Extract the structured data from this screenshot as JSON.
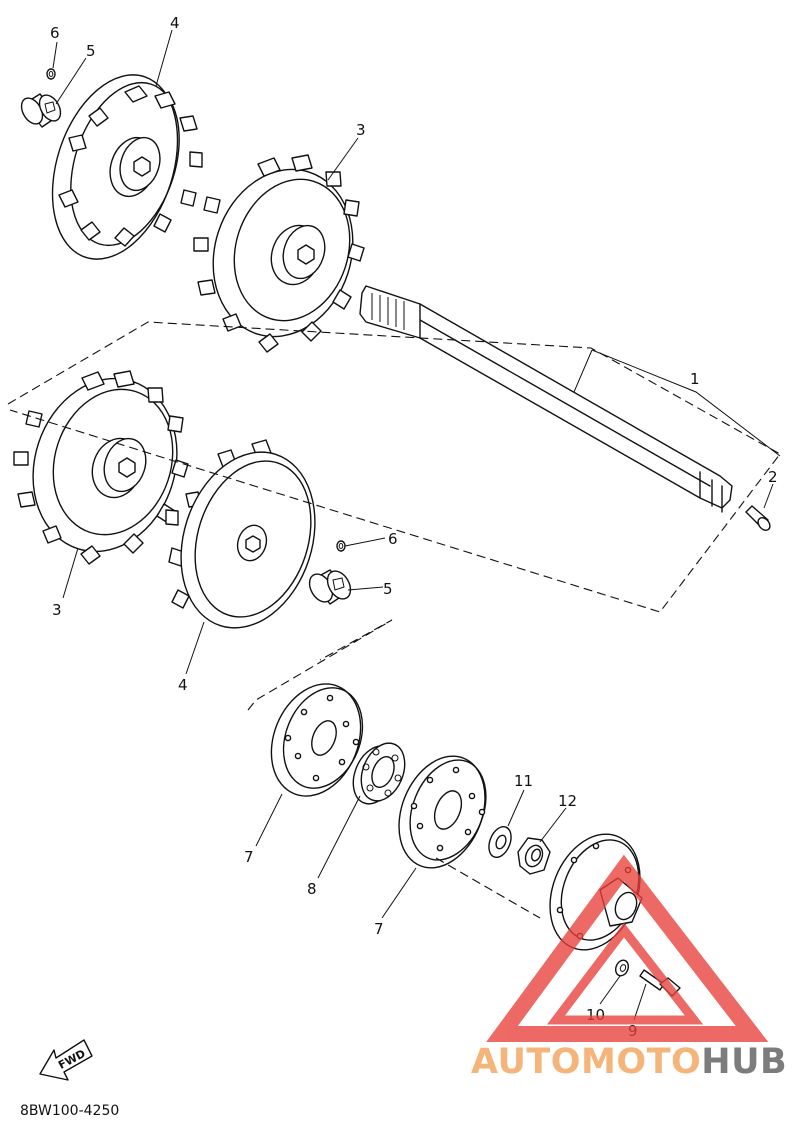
{
  "diagram": {
    "part_code": "8BW100-4250",
    "fwd_label": "FWD",
    "callouts": {
      "c1": "1",
      "c2": "2",
      "c3_top": "3",
      "c3_bottom": "3",
      "c4_top": "4",
      "c4_bottom": "4",
      "c5_top": "5",
      "c5_bottom": "5",
      "c6_top": "6",
      "c6_bottom": "6",
      "c7_left": "7",
      "c7_right": "7",
      "c8": "8",
      "c9": "9",
      "c10": "10",
      "c11": "11",
      "c12": "12"
    }
  },
  "watermark": {
    "part1": "AUTOMOTO",
    "part2": "HUB",
    "color_light": "#f5b57a",
    "color_dark": "#7c7c7c",
    "triangle_color": "#e8403a"
  }
}
